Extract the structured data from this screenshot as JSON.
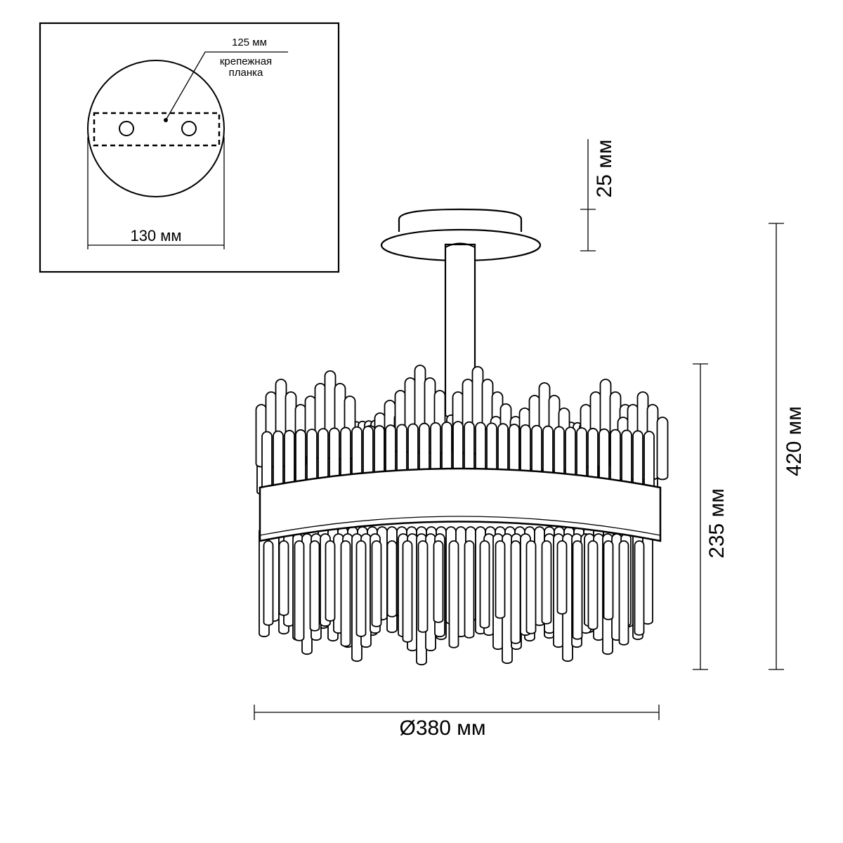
{
  "inset": {
    "plate_width_label": "130 мм",
    "bracket_length_label": "125 мм",
    "bracket_name_line1": "крепежная",
    "bracket_name_line2": "планка"
  },
  "dimensions": {
    "canopy_height": "25 мм",
    "total_height": "420 мм",
    "shade_height": "235 мм",
    "diameter": "Ø380 мм"
  }
}
